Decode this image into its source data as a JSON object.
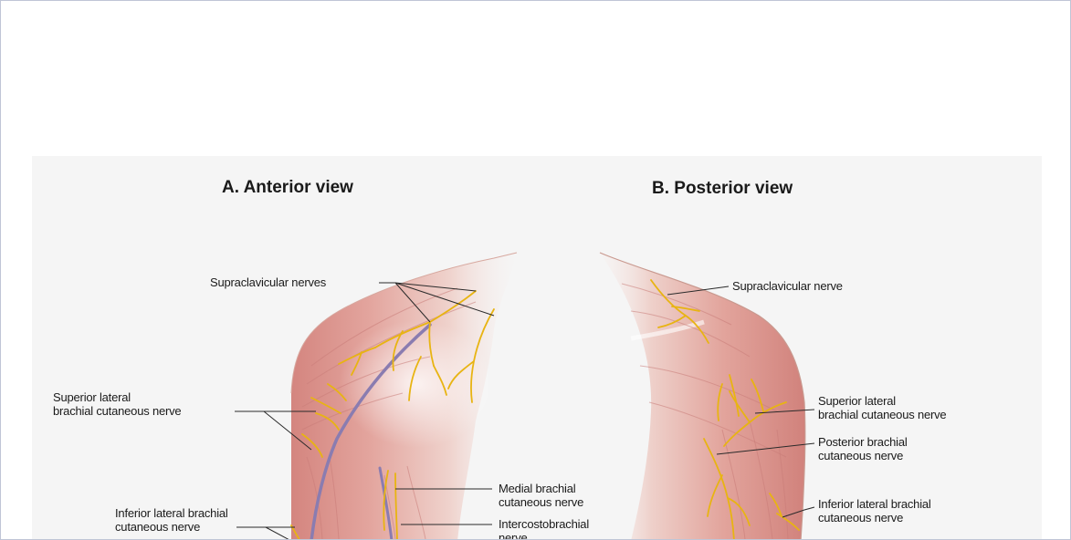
{
  "panels": {
    "anterior": {
      "title": "A. Anterior view",
      "labels": {
        "supraclavicular": "Supraclavicular nerves",
        "superior_lateral_1": "Superior lateral",
        "superior_lateral_2": "brachial cutaneous nerve",
        "inferior_lateral_1": "Inferior lateral brachial",
        "inferior_lateral_2": "cutaneous nerve",
        "medial_1": "Medial brachial",
        "medial_2": "cutaneous nerve",
        "intercostobrachial_1": "Intercostobrachial",
        "intercostobrachial_2": "nerve"
      }
    },
    "posterior": {
      "title": "B. Posterior view",
      "labels": {
        "supraclavicular": "Supraclavicular nerve",
        "superior_lateral_1": "Superior lateral",
        "superior_lateral_2": "brachial cutaneous nerve",
        "posterior_1": "Posterior brachial",
        "posterior_2": "cutaneous nerve",
        "inferior_lateral_1": "Inferior lateral brachial",
        "inferior_lateral_2": "cutaneous nerve"
      }
    }
  },
  "colors": {
    "nerve": "#e8b412",
    "muscle": "#d9958e",
    "vein": "#8a7cb0"
  }
}
